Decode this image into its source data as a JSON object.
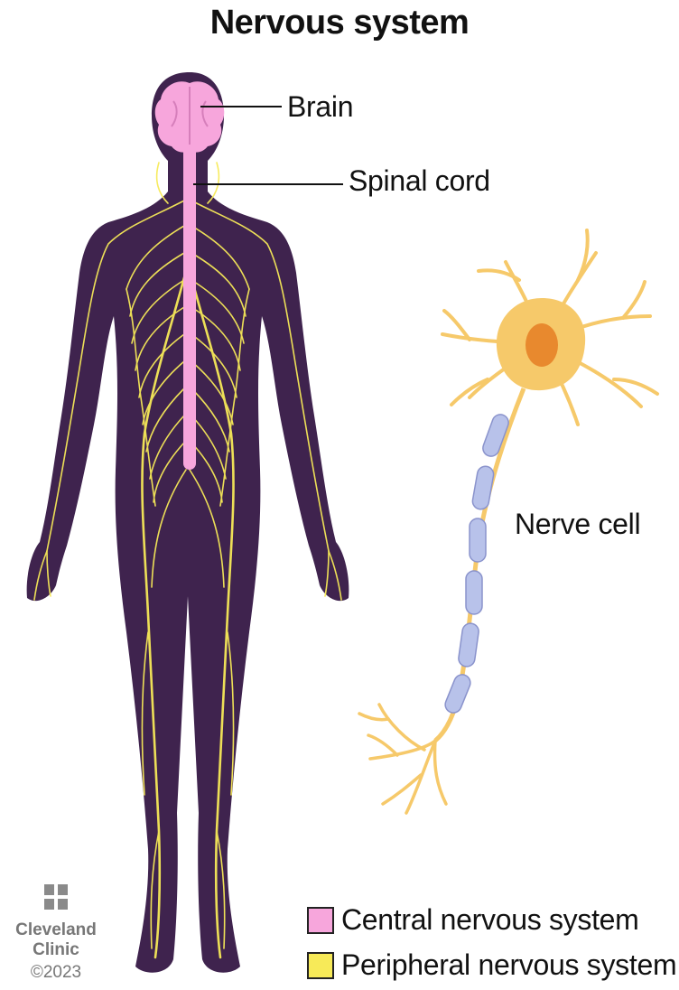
{
  "title": "Nervous system",
  "labels": {
    "brain": "Brain",
    "spinal_cord": "Spinal cord",
    "nerve_cell": "Nerve cell"
  },
  "legend": [
    {
      "label": "Central nervous system",
      "color": "#f7a6dc"
    },
    {
      "label": "Peripheral nervous system",
      "color": "#f7ea58"
    }
  ],
  "logo": {
    "name_line1": "Cleveland",
    "name_line2": "Clinic",
    "copyright": "©2023"
  },
  "colors": {
    "body": "#3f234e",
    "central": "#f7a6dc",
    "peripheral": "#f7ea58",
    "neuron": "#f6c96a",
    "nucleus": "#e8892e",
    "myelin": "#b8c2ea"
  }
}
